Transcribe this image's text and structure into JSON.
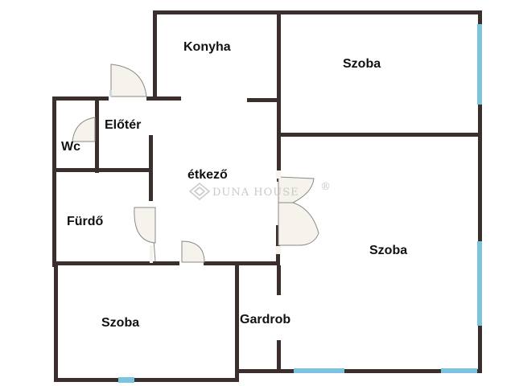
{
  "floorplan": {
    "rooms": {
      "konyha": "Konyha",
      "szoba_top": "Szoba",
      "eloter": "Előtér",
      "wc": "Wc",
      "etkezo": "étkező",
      "furdo": "Fürdő",
      "szoba_right": "Szoba",
      "szoba_bottom": "Szoba",
      "gardrob": "Gardrob"
    },
    "watermark": "DUNA HOUSE",
    "watermark_mark": "®",
    "colors": {
      "wall": "#3a2f2c",
      "window": "#7cc3e0",
      "door_fill": "#f6f3ec",
      "door_line": "#8a8a8a",
      "watermark": "#c9c9c9"
    }
  }
}
